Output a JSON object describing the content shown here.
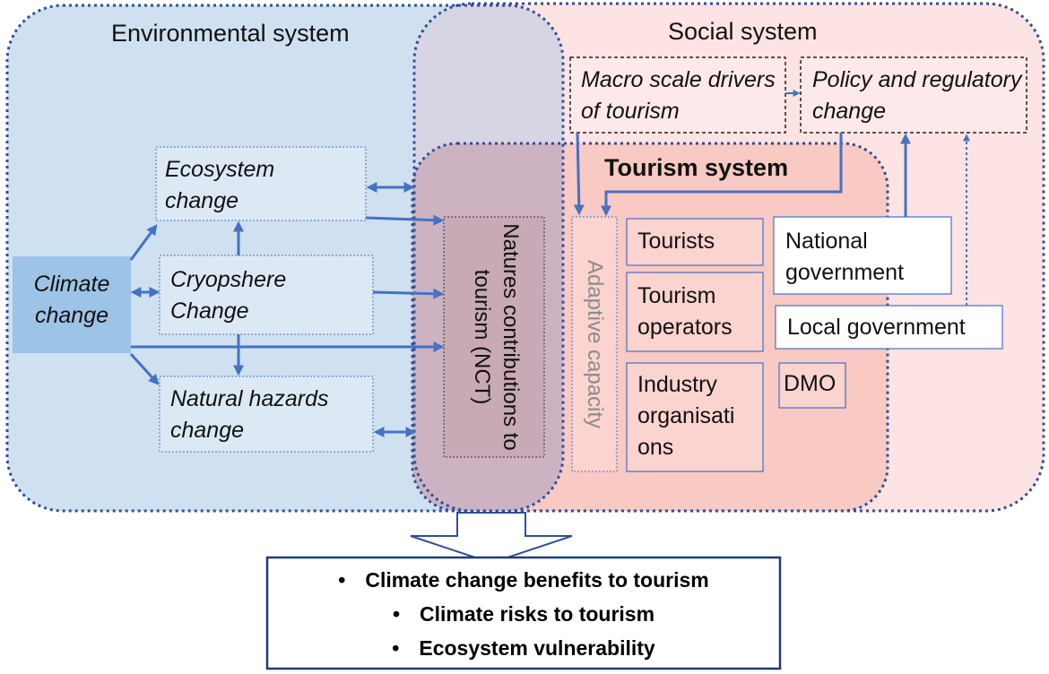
{
  "systems": {
    "environmental": "Environmental system",
    "social": "Social system",
    "tourism": "Tourism system"
  },
  "environment": {
    "climate_change": "Climate change",
    "ecosystem_change": "Ecosystem change",
    "cryosphere_change": "Cryopshere Change",
    "natural_hazards_change": "Natural hazards change",
    "nct": "Natures contributions to tourism (NCT)"
  },
  "social": {
    "macro_drivers": "Macro scale drivers of tourism",
    "policy_change": "Policy and regulatory change"
  },
  "tourism": {
    "adaptive_capacity": "Adaptive capacity",
    "tourists": "Tourists",
    "tourism_operators": "Tourism operators",
    "industry_organisations": "Industry organisati ons",
    "dmo": "DMO",
    "national_government": "National government",
    "local_government": "Local government"
  },
  "outcomes": [
    "Climate change benefits to tourism",
    "Climate risks to tourism",
    "Ecosystem vulnerability"
  ],
  "colors": {
    "arrow": "#4472c4",
    "environmental_fill": "#cfe0f0",
    "social_fill": "#fde3e3",
    "tourism_fill": "#f9c9c4",
    "overlap_fill": "#d7d5e3",
    "nct_fill": "#c8a9b6",
    "climate_box": "#9dc3e6",
    "border_blue": "#2e4f9b"
  }
}
